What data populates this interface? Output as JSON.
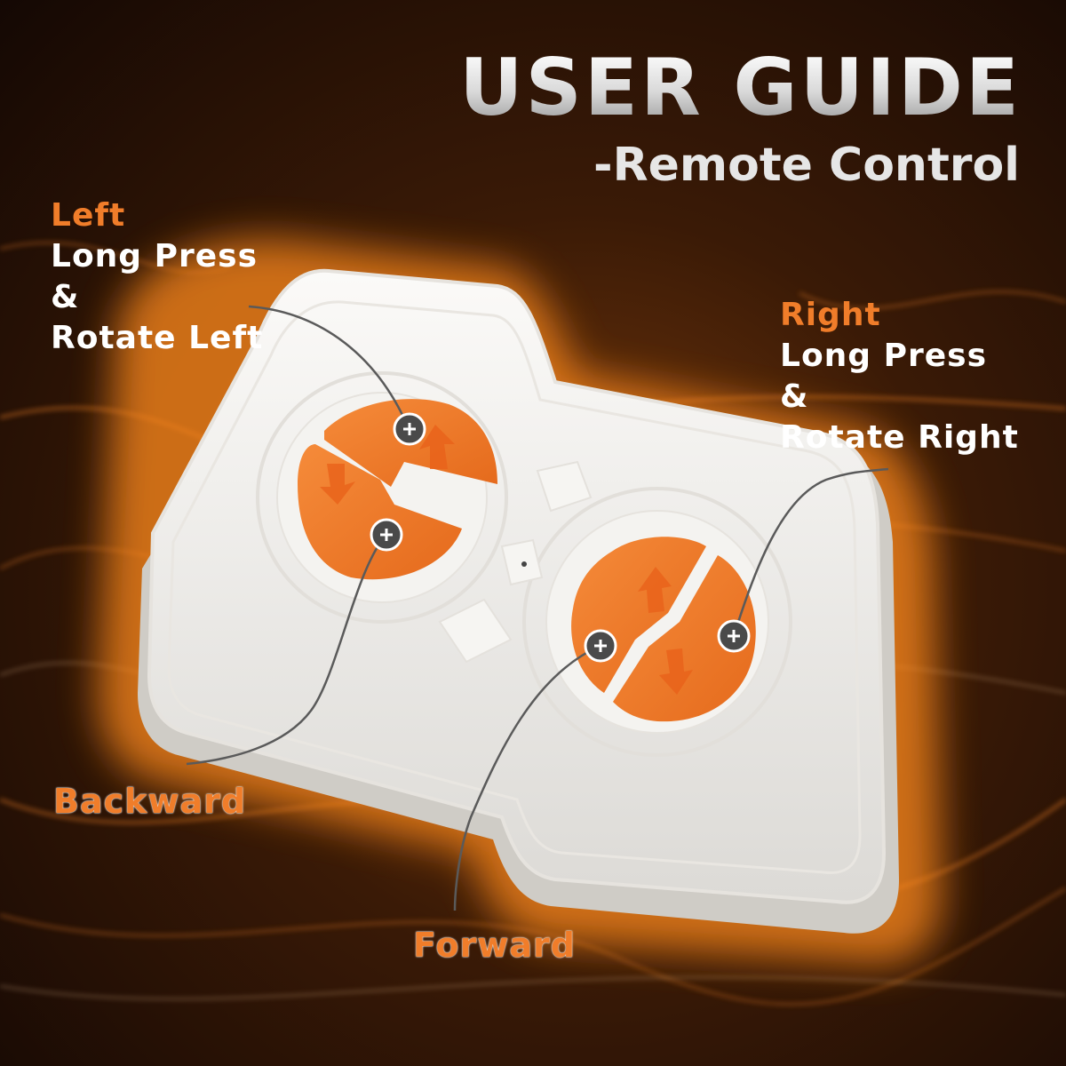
{
  "title": {
    "main": "USER GUIDE",
    "subtitle": "-Remote Control"
  },
  "labels": {
    "left": {
      "heading": "Left",
      "line1": "Long Press",
      "line2": "&",
      "line3": "Rotate Left"
    },
    "right": {
      "heading": "Right",
      "line1": "Long Press",
      "line2": "&",
      "line3": "Rotate Right"
    },
    "backward": "Backward",
    "forward": "Forward"
  },
  "colors": {
    "accent": "#f07d2a",
    "button": "#f07d2a",
    "remote_body": "#f2f1ee",
    "glow": "#ff9a2a"
  },
  "icons": [
    "plus-marker-icon",
    "arrow-up-icon",
    "arrow-down-icon"
  ]
}
